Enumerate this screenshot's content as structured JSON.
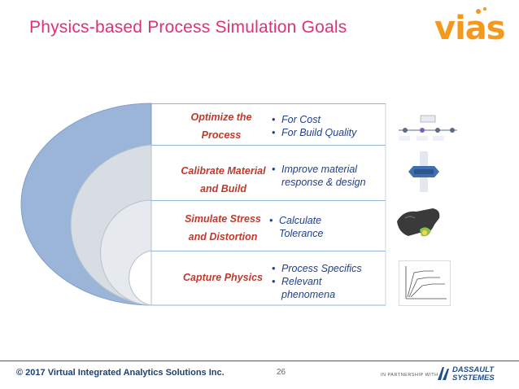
{
  "slide": {
    "title": "Physics-based Process Simulation Goals",
    "logo_text": "vias",
    "levels": [
      {
        "label_line1": "Optimize the",
        "label_line2": "Process",
        "bullets": [
          "For Cost",
          "For Build Quality"
        ]
      },
      {
        "label_line1": "Calibrate Material",
        "label_line2": "and Build",
        "bullets": [
          "Improve material response & design"
        ]
      },
      {
        "label_line1": "Simulate Stress",
        "label_line2": "and Distortion",
        "bullets": [
          "Calculate Tolerance"
        ]
      },
      {
        "label_line1": "Capture Physics",
        "label_line2": "",
        "bullets": [
          "Process Specifics",
          "Relevant phenomena"
        ]
      }
    ],
    "thumbnails": [
      {
        "icon": "process-flow-diagram-icon"
      },
      {
        "icon": "process-gap-diagram-icon"
      },
      {
        "icon": "3d-part-render-icon"
      },
      {
        "icon": "line-chart-icon"
      }
    ]
  },
  "footer": {
    "copyright": "© 2017 Virtual Integrated Analytics Solutions Inc.",
    "page_number": "26",
    "partner_text": "IN PARTNERSHIP WITH",
    "partner_name_line1": "DASSAULT",
    "partner_name_line2": "SYSTEMES"
  },
  "colors": {
    "title": "#e0307a",
    "logo": "#f39a1e",
    "label": "#c0392b",
    "bullet": "#1f3f8f",
    "arc": "#9bb5d9"
  }
}
